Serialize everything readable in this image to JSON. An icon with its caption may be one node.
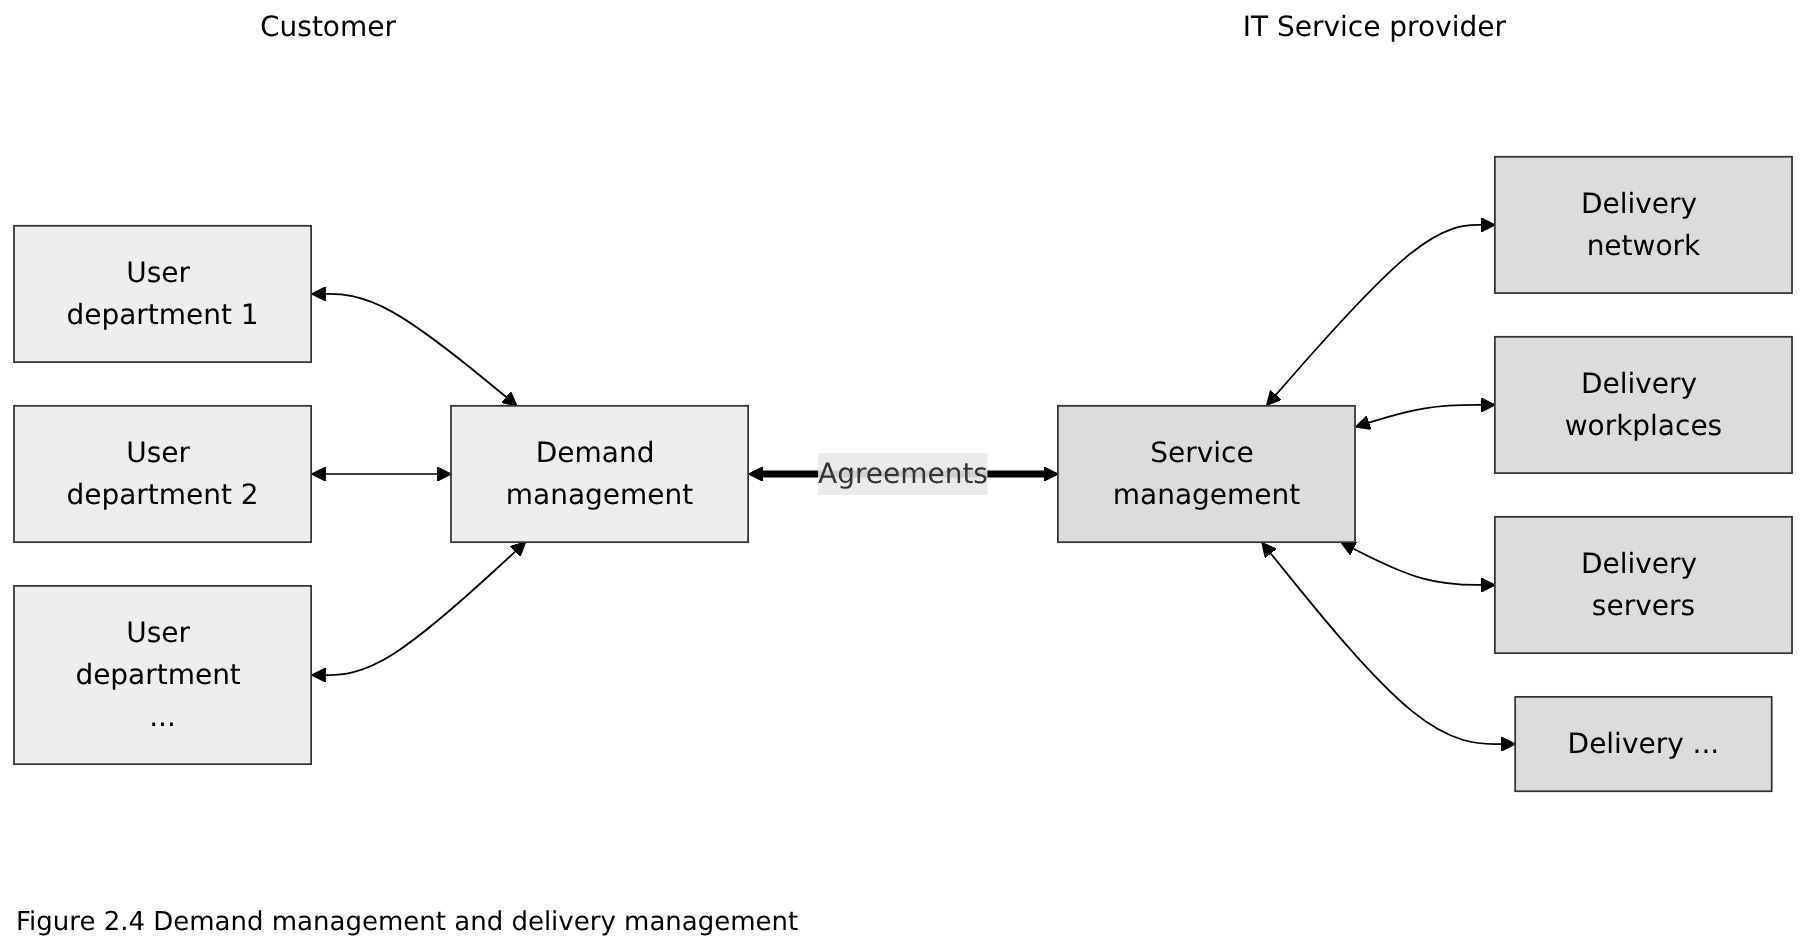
{
  "diagram": {
    "caption": "Figure 2.4 Demand management and delivery management",
    "nodes": [
      {
        "text": [
          "User department 1"
        ]
      },
      {
        "text": [
          "User department 2"
        ]
      },
      {
        "text": [
          "User department ..."
        ]
      },
      {
        "text": [
          "Demand management"
        ]
      },
      {
        "text": [
          "Service management"
        ]
      },
      {
        "text": [
          "Delivery network"
        ]
      },
      {
        "text": [
          "Delivery workplaces"
        ]
      },
      {
        "text": [
          "Delivery servers"
        ]
      },
      {
        "text": [
          "Delivery ..."
        ]
      }
    ],
    "edges": [
      {
        "from": 0,
        "to": 3,
        "arrow": "both"
      },
      {
        "from": 1,
        "to": 3,
        "arrow": "both"
      },
      {
        "from": 2,
        "to": 3,
        "arrow": "both"
      },
      {
        "from": 3,
        "to": 4,
        "arrow": "both",
        "label": "Agreements",
        "style": "thick"
      },
      {
        "from": 4,
        "to": 5,
        "arrow": "both"
      },
      {
        "from": 4,
        "to": 6,
        "arrow": "both"
      },
      {
        "from": 4,
        "to": 7,
        "arrow": "both"
      },
      {
        "from": 4,
        "to": 8,
        "arrow": "both"
      }
    ],
    "labels": [
      "Customer",
      "IT Service provider"
    ]
  }
}
